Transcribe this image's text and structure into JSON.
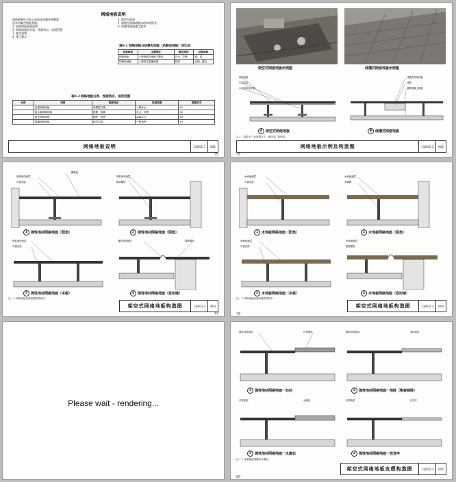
{
  "page1": {
    "title": "网络地板说明",
    "para_left": "网络地板针对办公自动化设备布线需要\n设计的架空地板系统。\n1  网络地板系统组成\n2  网络地板的分类、性能特点、适用范围\n3  施工说明\n4  施工要点",
    "para_right": "4  楼护与保养\n5  电缆在网络地板内的布线形式\n6  防静电地面施工要求",
    "table_top_caption": "表K-1 网络地板与防静电地板（抗静电地板）的比较",
    "table_top": {
      "headers": [
        "地板种类",
        "主要特征",
        "敷设场所",
        "选型材料"
      ],
      "rows": [
        [
          "网络地板",
          "一般网线在地板下敷设",
          "办公、文教",
          "钢、铝"
        ],
        [
          "防静电地板",
          "一般架空高度较高",
          "机房",
          "全钢、复合"
        ]
      ]
    },
    "table_main_caption": "表K-2 网络地板分类、性能特点、适用范围",
    "table_main": {
      "headers": [
        "分类",
        "材质",
        "性能特点",
        "适用范围",
        "图集页次"
      ],
      "rows": [
        [
          "",
          "全钢网络地板",
          "承载能力强",
          "一般办公",
          "K1"
        ],
        [
          "",
          "铝合金网络地板",
          "轻便、防腐",
          "办公、文教",
          "K2"
        ],
        [
          "",
          "复合网络地板",
          "隔声、舒适",
          "高级办公",
          "K3"
        ],
        [
          "",
          "普通网络地板",
          "经济实用",
          "一般场所",
          "K4"
        ]
      ]
    },
    "tb_title": "网络地板说明",
    "tb_code": "13J502-3",
    "tb_page": "K01",
    "page_number": "75"
  },
  "page2": {
    "photo_a_caption": "架空式网络地板示例图",
    "photo_b_caption": "线槽式网络地板示例图",
    "fig_a_caption": "架空式网络地板",
    "fig_a_num": "A",
    "fig_b_caption": "线槽式网络地板",
    "fig_b_num": "B",
    "labels_a": [
      "网络地板",
      "可调支架",
      "水泥砂浆找平层"
    ],
    "labels_b": [
      "线槽式网络地板",
      "线槽",
      "钢筋混凝土楼板"
    ],
    "note": "注：1. 图中尺寸为常规尺寸，具体见厂家资料。",
    "tb_title": "网络地板示例及构造图",
    "tb_code": "13J502-3",
    "tb_page": "K02",
    "page_number": "76"
  },
  "page3": {
    "figs": [
      {
        "num": "1",
        "caption": "弹性地材网络地面（阳角）"
      },
      {
        "num": "2",
        "caption": "弹性地材网络地面（阴角）"
      },
      {
        "num": "3",
        "caption": "弹性地材网络地面（平板）"
      },
      {
        "num": "4",
        "caption": "弹性地材网络地面（变形缝）"
      }
    ],
    "labels": [
      "弹性地材面层",
      "可调支架",
      "膨胀螺栓",
      "踢脚板"
    ],
    "note": "注：1. 网络地板安装前基层须找平。",
    "tb_title": "架空式网络地板构造图",
    "tb_code": "13J502-3",
    "tb_page": "K03",
    "page_number": "77"
  },
  "page4": {
    "figs": [
      {
        "num": "1",
        "caption": "木地板网络地面（阳角）"
      },
      {
        "num": "2",
        "caption": "木地板网络地面（阴角）"
      },
      {
        "num": "3",
        "caption": "木地板网络地面（平板）"
      },
      {
        "num": "4",
        "caption": "木地板网络地面（变形缝）"
      }
    ],
    "labels": [
      "木地板面层",
      "可调支架",
      "膨胀螺栓",
      "木踢脚"
    ],
    "note": "注：1. 网络地板安装前基层须找平。",
    "tb_title": "架空式网络地板构造图",
    "tb_code": "13J502-3",
    "tb_page": "K04",
    "page_number": "78"
  },
  "page5": {
    "status": "Please wait - rendering..."
  },
  "page6": {
    "figs": [
      {
        "num": "1",
        "caption": "弹性地材网络地面一石材"
      },
      {
        "num": "2",
        "caption": "弹性地材网络地面一地砖（陶瓷锦砖）"
      },
      {
        "num": "3",
        "caption": "弹性地材网络地面一水磨石"
      },
      {
        "num": "4",
        "caption": "弹性地材网络地面一自流平"
      }
    ],
    "labels": [
      "弹性地材面层",
      "可调支架",
      "石材面层",
      "地砖面层",
      "水磨石",
      "自流平"
    ],
    "note": "注：1. 支架高度根据设计确定。",
    "tb_title": "架空式网络地板支模构造图",
    "tb_code": "13J502-3",
    "tb_page": "K05",
    "page_number": "80"
  }
}
